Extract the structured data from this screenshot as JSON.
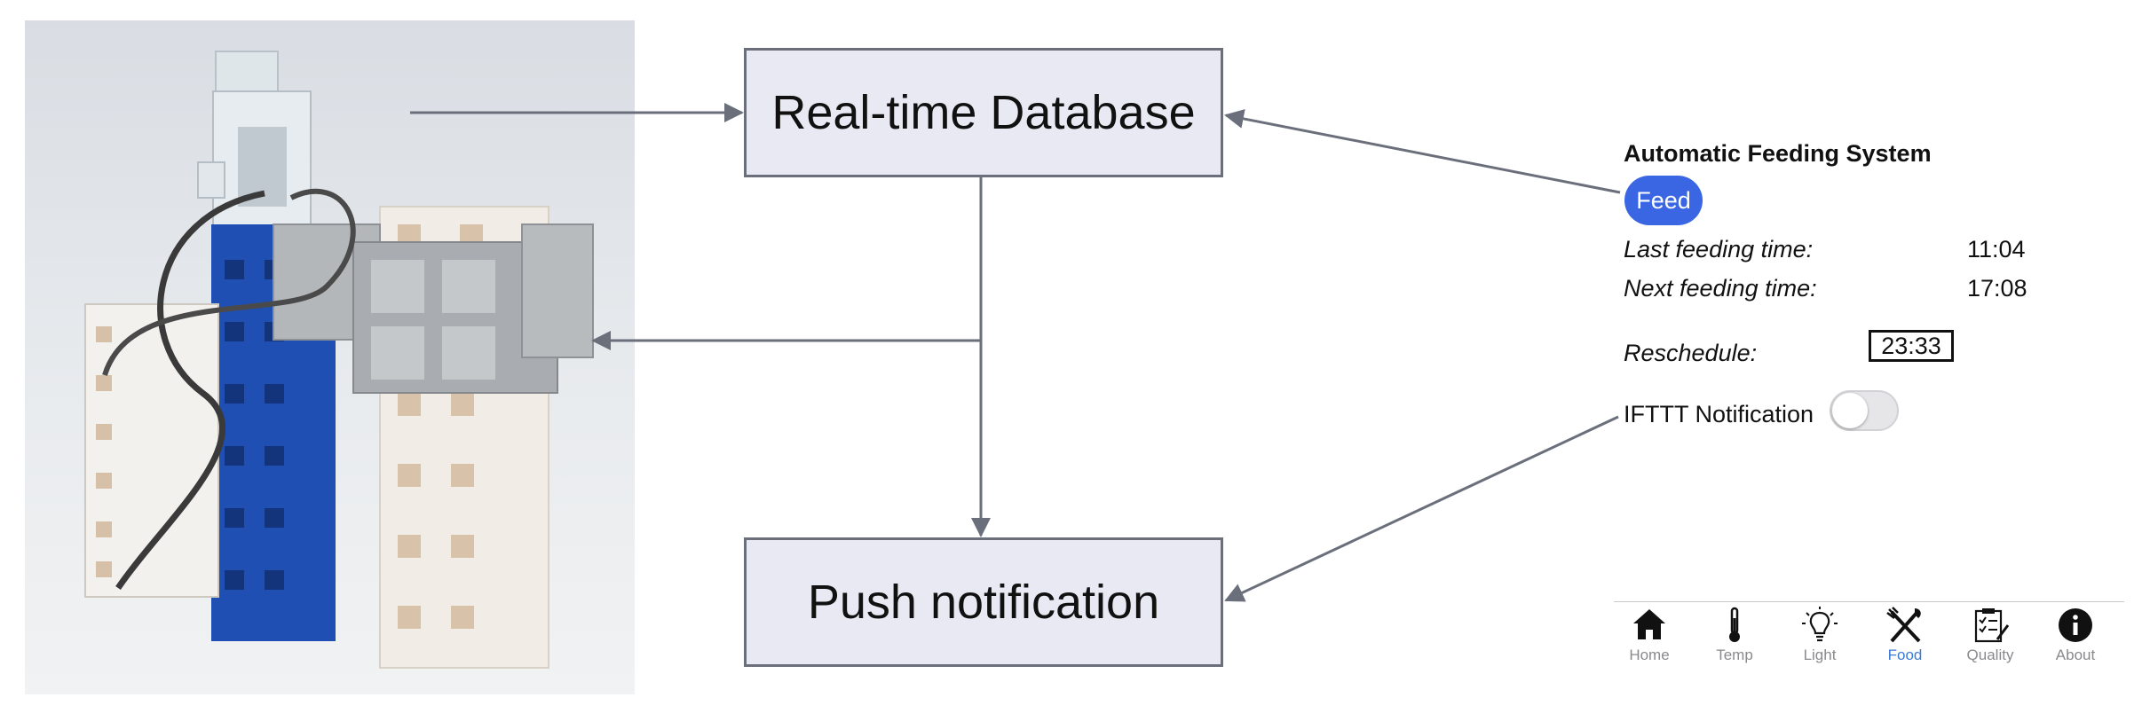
{
  "diagram": {
    "database_label": "Real-time Database",
    "push_label": "Push notification"
  },
  "app": {
    "title": "Automatic Feeding System",
    "feed_button": "Feed",
    "last_feeding_label": "Last feeding time:",
    "last_feeding_value": "11:04",
    "next_feeding_label": "Next feeding time:",
    "next_feeding_value": "17:08",
    "reschedule_label": "Reschedule:",
    "reschedule_value": "23:33",
    "ifttt_label": "IFTTT Notification",
    "ifttt_enabled": false,
    "accent_color": "#3a66e3",
    "tabs": [
      {
        "label": "Home",
        "icon": "home-icon",
        "active": false
      },
      {
        "label": "Temp",
        "icon": "thermometer-icon",
        "active": false
      },
      {
        "label": "Light",
        "icon": "lightbulb-icon",
        "active": false
      },
      {
        "label": "Food",
        "icon": "fork-knife-icon",
        "active": true
      },
      {
        "label": "Quality",
        "icon": "clipboard-icon",
        "active": false
      },
      {
        "label": "About",
        "icon": "info-icon",
        "active": false
      }
    ]
  }
}
